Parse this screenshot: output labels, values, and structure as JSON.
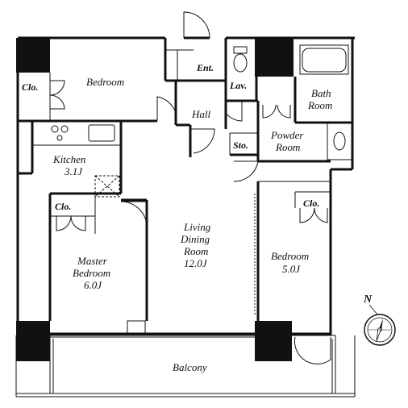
{
  "plan": {
    "rooms": {
      "bedroom_top": {
        "name": "Bedroom"
      },
      "closet_top": {
        "name": "Clo."
      },
      "entrance": {
        "name": "Ent."
      },
      "lavatory": {
        "name": "Lav."
      },
      "hall": {
        "name": "Hall"
      },
      "bath": {
        "name_line1": "Bath",
        "name_line2": "Room"
      },
      "storage": {
        "name": "Sto."
      },
      "powder": {
        "name_line1": "Powder",
        "name_line2": "Room"
      },
      "kitchen": {
        "name": "Kitchen",
        "size": "3.1J"
      },
      "closet_master": {
        "name": "Clo."
      },
      "master": {
        "name_line1": "Master",
        "name_line2": "Bedroom",
        "size": "6.0J"
      },
      "living": {
        "name_line1": "Living",
        "name_line2": "Dining",
        "name_line3": "Room",
        "size": "12.0J"
      },
      "closet_right": {
        "name": "Clo."
      },
      "bedroom_right": {
        "name": "Bedroom",
        "size": "5.0J"
      },
      "balcony": {
        "name": "Balcony"
      }
    },
    "compass": {
      "label": "N"
    }
  }
}
